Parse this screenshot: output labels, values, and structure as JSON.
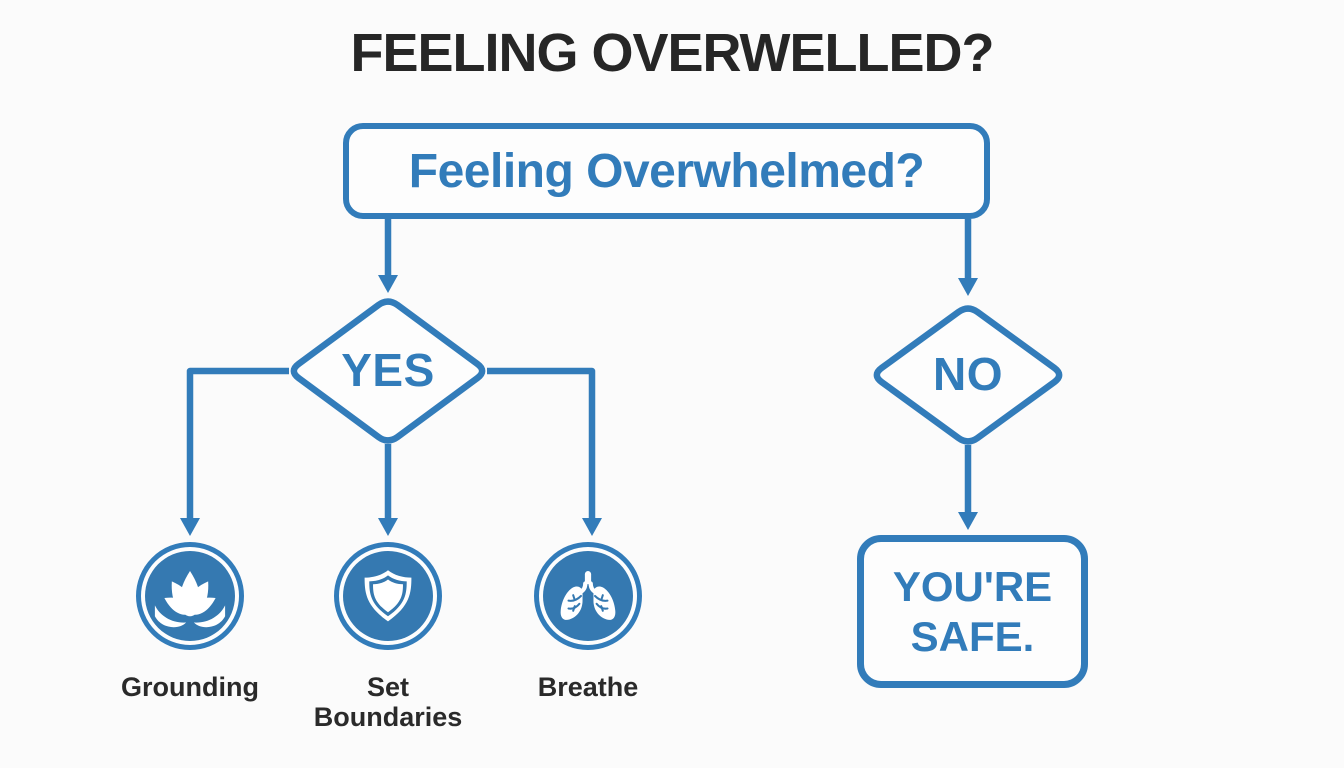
{
  "colors": {
    "accent": "#327cba",
    "icon_disc": "#3579b1",
    "title_text": "#262626",
    "label_text": "#2a2a2a",
    "background": "#fbfbfb"
  },
  "title": "FEELING OVERWELLED?",
  "flowchart": {
    "root": {
      "label": "Feeling Overwhelmed?"
    },
    "branches": [
      {
        "decision": "YES",
        "options": [
          {
            "icon": "lotus-icon",
            "label": "Grounding"
          },
          {
            "icon": "shield-icon",
            "label": "Set Boundaries"
          },
          {
            "icon": "lungs-icon",
            "label": "Breathe"
          }
        ]
      },
      {
        "decision": "NO",
        "outcome": {
          "line1": "YOU'RE",
          "line2": "SAFE."
        }
      }
    ]
  }
}
